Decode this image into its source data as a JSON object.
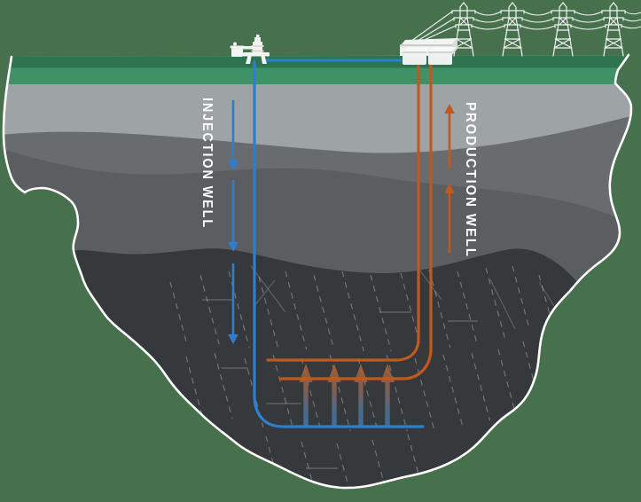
{
  "labels": {
    "injection_well": "INJECTION WELL",
    "production_well": "PRODUCTION WELL"
  },
  "colors": {
    "background": "#47704C",
    "surface_top": "#2E7450",
    "surface_top_highlight": "#63A07C",
    "surface_front": "#3F9166",
    "layer_light": "#9EA3A6",
    "layer_mid": "#696C6E",
    "layer_deep": "#5B5E60",
    "reservoir": "#36393B",
    "outline": "#FFFFFF",
    "injection_blue": "#2B7FD0",
    "production_orange": "#C3581D",
    "heat_top": "#B2622B",
    "heat_bottom": "#3F73A6",
    "label_text": "#FFFFFF",
    "structure_white": "#F2F4F3",
    "structure_shade": "#D9DDDA",
    "fracture": "rgba(255,255,255,0.30)"
  },
  "arrows": {
    "injection_count": 3,
    "production_count": 2,
    "heat_count": 4
  },
  "structures": {
    "tower_count": 4,
    "power_lines_per_span": 3
  }
}
